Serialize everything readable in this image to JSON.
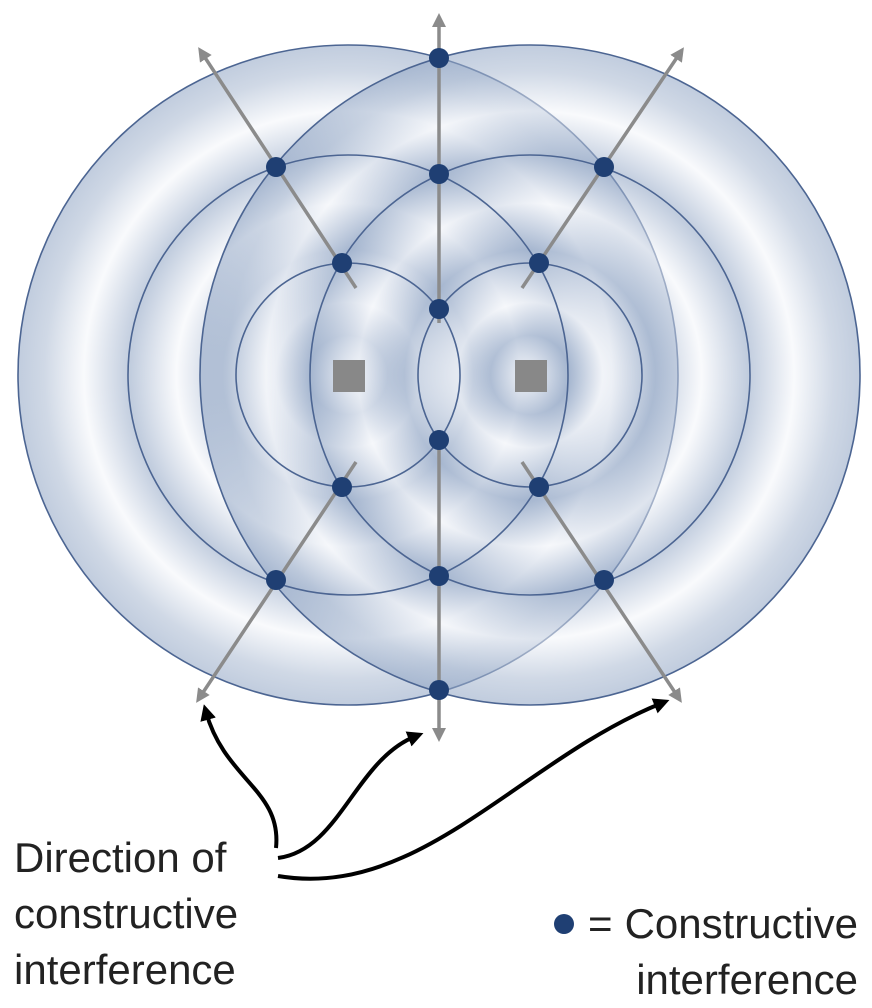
{
  "colors": {
    "wave_light": "#f4f6fa",
    "wave_dark": "#8ea3c3",
    "wave_edge": "#4c6592",
    "arrow": "#8b8b8b",
    "source": "#888888",
    "dot": "#1f3f73",
    "pointer": "#000000",
    "text": "#222222"
  },
  "icons": {
    "source": "gray-square-source-icon",
    "constructive_point": "navy-dot-icon"
  },
  "direction_label": {
    "line1": "Direction of",
    "line2": "constructive",
    "line3": "interference"
  },
  "key": {
    "symbol": "=",
    "line1": "Constructive",
    "line2": "interference"
  }
}
